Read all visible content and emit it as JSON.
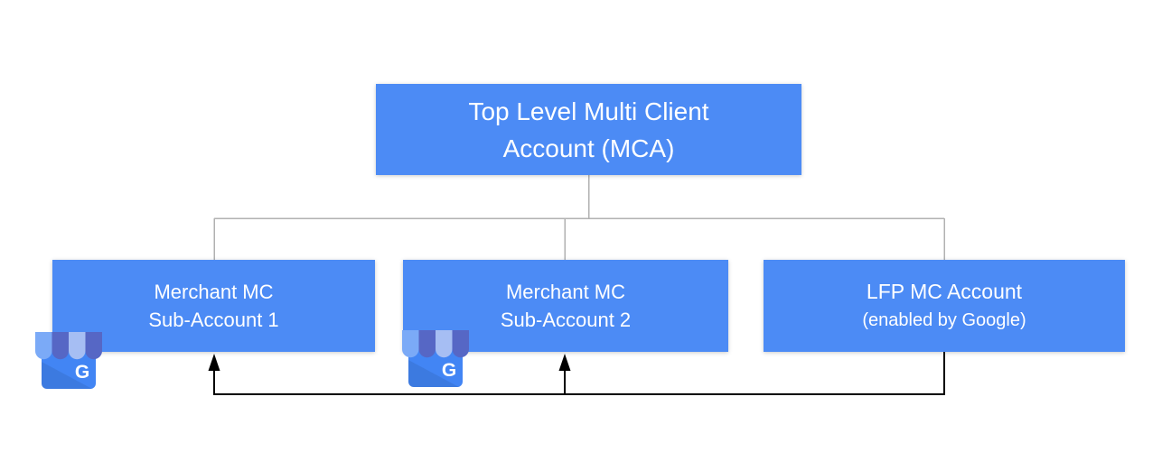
{
  "colors": {
    "node_fill": "#4c8bf5",
    "node_text": "#ffffff",
    "connector": "#b1b1b1",
    "arrow": "#000000",
    "gmb_body": "#4285f4",
    "gmb_stripe_light": "#7baaf7",
    "gmb_stripe_dark": "#5667c5",
    "gmb_stripe_pale": "#a6bef3"
  },
  "nodes": {
    "mca": {
      "line1": "Top Level Multi Client",
      "line2": "Account (MCA)"
    },
    "sub1": {
      "line1": "Merchant MC",
      "line2": "Sub-Account 1"
    },
    "sub2": {
      "line1": "Merchant MC",
      "line2": "Sub-Account 2"
    },
    "lfp": {
      "line1": "LFP MC Account",
      "line2": "(enabled by Google)"
    }
  },
  "icons": {
    "gmb": {
      "name": "google-my-business-icon",
      "letter": "G"
    }
  }
}
